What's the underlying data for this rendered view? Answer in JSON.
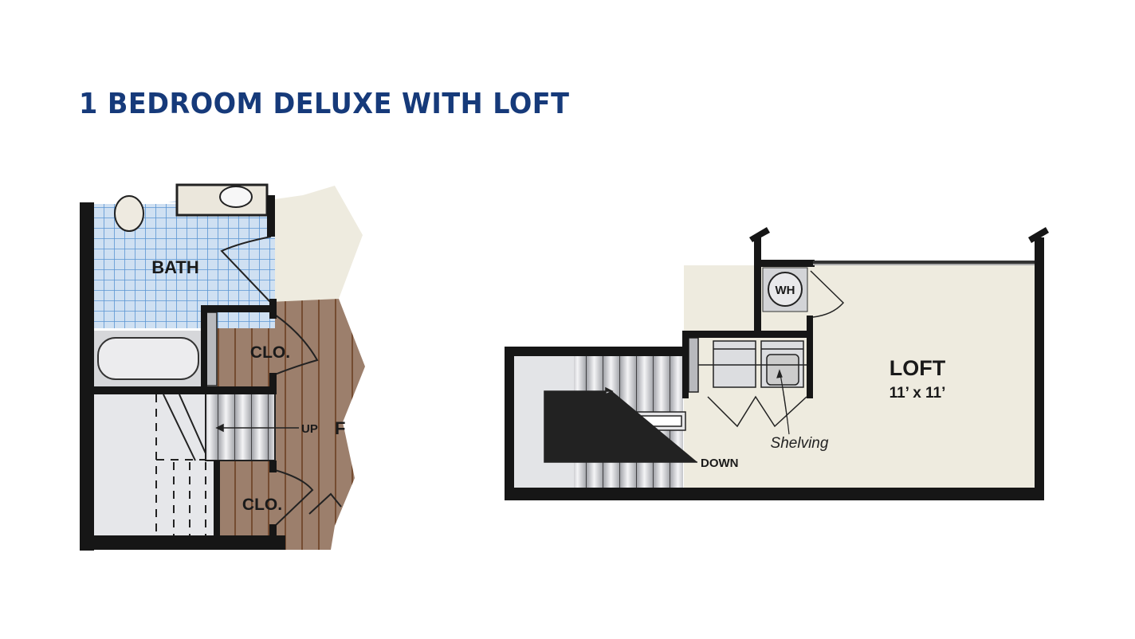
{
  "title": "1 BEDROOM DELUXE WITH LOFT",
  "lower_plan": {
    "bath_label": "BATH",
    "closet1_label": "CLO.",
    "closet2_label": "CLO.",
    "stairs_label": "UP",
    "partial_label": "F"
  },
  "loft_plan": {
    "loft_label": "LOFT",
    "loft_size": "11’ x 11’",
    "water_heater_label": "WH",
    "shelving_label": "Shelving",
    "stairs_label": "DOWN"
  },
  "colors": {
    "title": "#163a7a",
    "wall": "#161616",
    "tile": "#cfe0f2",
    "tile_grid": "#5b95d3",
    "wood": "#9c7f6c",
    "wood_line": "#6b3f22",
    "cream": "#eeebdf",
    "gray": "#e4e5e8"
  }
}
